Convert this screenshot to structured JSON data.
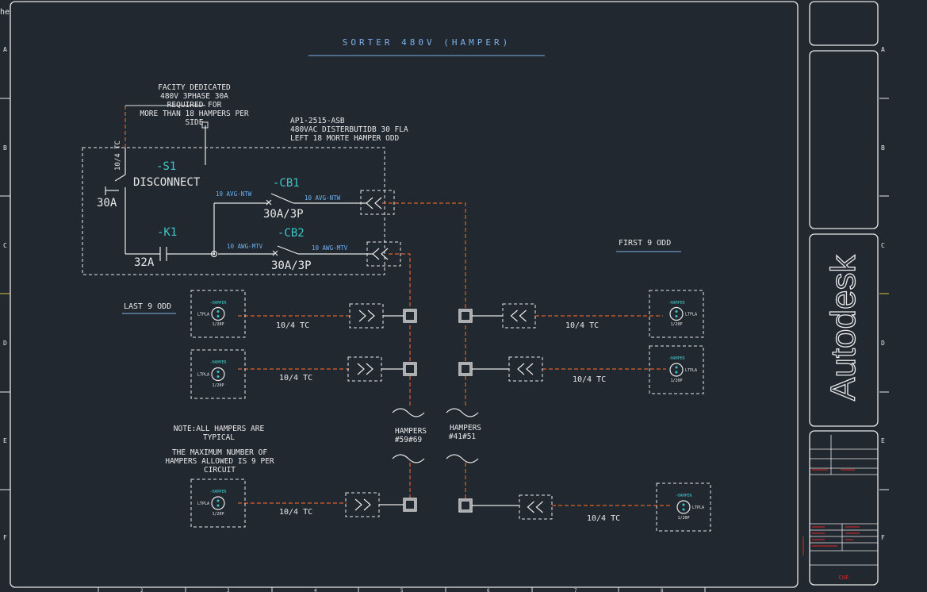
{
  "tab_fragment": "he",
  "row_letters": [
    "A",
    "B",
    "C",
    "D",
    "E",
    "F"
  ],
  "col_numbers": [
    "2",
    "3",
    "4",
    "5",
    "6",
    "7",
    "8"
  ],
  "title": "SORTER 480V (HAMPER)",
  "facility_note": [
    "FACITY DEDICATED",
    "480V 3PHASE 30A",
    "REQUIRED FOR",
    "MORE THAN 18 HAMPERS PER",
    "SIDE"
  ],
  "panel_note": [
    "AP1-2515-ASB",
    "480VAC DISTERBUTIDB 30 FLA",
    "LEFT 18 MORTE HAMPER ODD"
  ],
  "vertical_cable": "10/4 TC",
  "s1": {
    "tag": "-S1",
    "name": "DISCONNECT",
    "rating": "30A"
  },
  "k1": {
    "tag": "-K1",
    "rating": "32A"
  },
  "cb1": {
    "tag": "-CB1",
    "rating": "30A/3P"
  },
  "cb2": {
    "tag": "-CB2",
    "rating": "30A/3P"
  },
  "wires": {
    "cb1_in": "10 AVG-NTW",
    "cb1_out": "10 AVG-NTW",
    "cb2_in": "10 AWG-MTV",
    "cb2_out": "10 AWG-MTV"
  },
  "first_label": "FIRST 9 ODD",
  "last_label": "LAST 9 ODD",
  "cable_label": "10/4 TC",
  "hamper_tag": "-HAMPER",
  "hamper_left_lbl": "LTPLA",
  "hamper_right_lbl": "LTPLA",
  "hamper_bottom_lbl": "1/20P",
  "hampers_left": [
    "HAMPERS",
    "#59#69"
  ],
  "hampers_right": [
    "HAMPERS",
    "#41#51"
  ],
  "note1": [
    "NOTE:ALL HAMPERS ARE",
    "TYPICAL"
  ],
  "note2": [
    "THE MAXIMUM NUMBER OF",
    "HAMPERS ALLOWED IS 9 PER",
    "CIRCUIT"
  ],
  "brand": "Autodesk",
  "title_block_bottom": "CUF",
  "colors": {
    "background": "#212830",
    "line": "#e8e8e8",
    "cable": "#d9622a",
    "tag": "#3ec7c7",
    "wire": "#6fb0f0",
    "title": "#7db0e8",
    "red": "#e02828"
  }
}
